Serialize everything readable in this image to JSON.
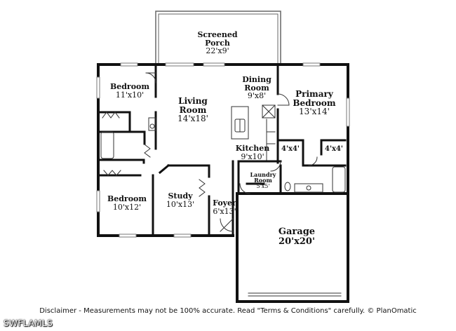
{
  "rooms": {
    "screened_porch": {
      "name": "Screened Porch",
      "dims": "22'x9'"
    },
    "bedroom_top": {
      "name": "Bedroom",
      "dims": "11'x10'"
    },
    "living_room": {
      "name": "Living Room",
      "dims": "14'x18'"
    },
    "dining_room": {
      "name": "Dining Room",
      "dims": "9'x8'"
    },
    "primary_bedroom": {
      "name": "Primary Bedroom",
      "dims": "13'x14'"
    },
    "closet_a": {
      "name": "",
      "dims": "4'x4'"
    },
    "closet_b": {
      "name": "",
      "dims": "4'x4'"
    },
    "kitchen": {
      "name": "Kitchen",
      "dims": "9'x10'"
    },
    "laundry_room": {
      "name": "Laundry Room",
      "dims": "5'x5'"
    },
    "bedroom_bottom": {
      "name": "Bedroom",
      "dims": "10'x12'"
    },
    "study": {
      "name": "Study",
      "dims": "10'x13'"
    },
    "foyer": {
      "name": "Foyer",
      "dims": "6'x13'"
    },
    "garage": {
      "name": "Garage",
      "dims": "20'x20'"
    }
  },
  "labels": {
    "screened_porch_l1": "Screened",
    "screened_porch_l2": "Porch",
    "living_l1": "Living",
    "living_l2": "Room",
    "dining_l1": "Dining",
    "dining_l2": "Room",
    "primary_l1": "Primary",
    "primary_l2": "Bedroom",
    "laundry_l1": "Laundry",
    "laundry_l2": "Room"
  },
  "footer": {
    "disclaimer": "Disclaimer - Measurements may not be 100% accurate. Read \"Terms & Conditions\" carefully. © PlanOmatic",
    "watermark": "SWFLAMLS"
  },
  "colors": {
    "wall": "#111111",
    "background": "#ffffff",
    "thin_line": "#555555"
  }
}
